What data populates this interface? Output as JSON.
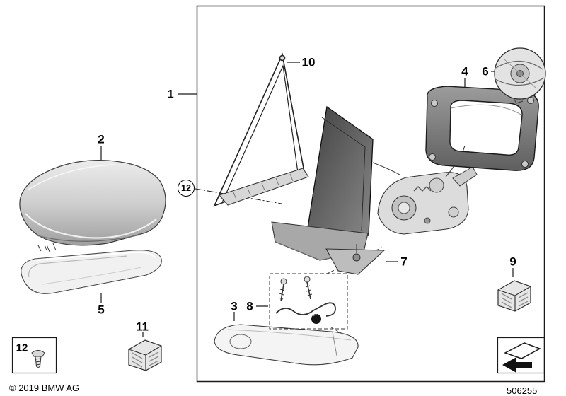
{
  "diagram": {
    "callouts": {
      "n1": "1",
      "n2": "2",
      "n3": "3",
      "n4": "4",
      "n5": "5",
      "n6": "6",
      "n7": "7",
      "n8": "8",
      "n9": "9",
      "n10": "10",
      "n11": "11",
      "n12_circled": "12",
      "n12_legend": "12"
    },
    "footer": {
      "copyright": "© 2019 BMW AG",
      "drawing_number": "506255"
    }
  }
}
